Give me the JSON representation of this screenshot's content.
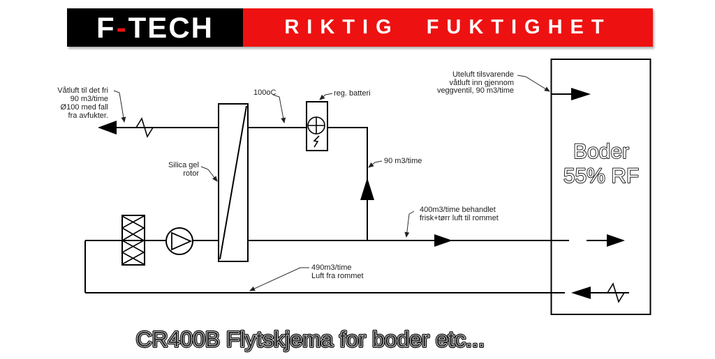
{
  "logo": {
    "brand_f": "F",
    "brand_hyphen": "-",
    "brand_tech": "TECH",
    "tagline": "RIKTIG FUKTIGHET",
    "colors": {
      "brand_bg": "#000000",
      "tagline_bg": "#ee1111",
      "text": "#ffffff"
    }
  },
  "diagram": {
    "labels": {
      "vatluft": [
        "Våtluft til det fri",
        "90 m3/time",
        "Ø100 med fall",
        "fra avfukter."
      ],
      "temp": "100oC",
      "reg_batteri": "reg. batteri",
      "silica": [
        "Silica gel",
        "rotor"
      ],
      "flow_90": "90 m3/time",
      "flow_400": [
        "400m3/time behandlet",
        "frisk+tørr luft til rommet"
      ],
      "flow_490": [
        "490m3/time",
        "Luft fra rommet"
      ],
      "uteluft": [
        "Uteluft tilsvarende",
        "våtluft inn gjennom",
        "veggventil, 90 m3/time"
      ]
    },
    "room": {
      "name": "Boder",
      "humidity": "55% RF"
    },
    "title": "CR400B Flytskjema for boder etc...",
    "line_color": "#000000"
  }
}
